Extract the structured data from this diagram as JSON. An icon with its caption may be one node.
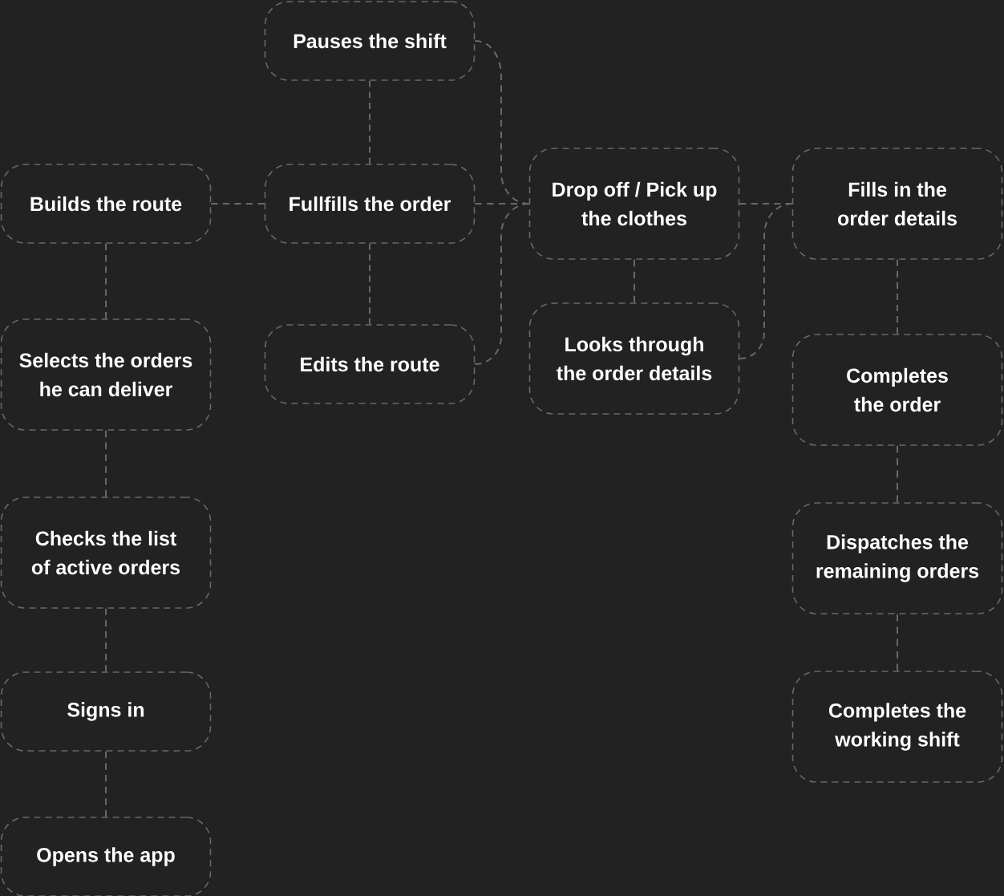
{
  "diagram": {
    "nodes": [
      {
        "text": [
          "Pauses the shift"
        ]
      },
      {
        "text": [
          "Builds the route"
        ]
      },
      {
        "text": [
          "Fullfills the order"
        ]
      },
      {
        "text": [
          "Drop off / Pick up the clothes"
        ]
      },
      {
        "text": [
          "Fills in the order details"
        ]
      },
      {
        "text": [
          "Selects the orders he can deliver"
        ]
      },
      {
        "text": [
          "Edits the route"
        ]
      },
      {
        "text": [
          "Looks through the order details"
        ]
      },
      {
        "text": [
          "Completes the order"
        ]
      },
      {
        "text": [
          "Checks the list of active orders"
        ]
      },
      {
        "text": [
          "Dispatches the remaining orders"
        ]
      },
      {
        "text": [
          "Signs in"
        ]
      },
      {
        "text": [
          "Completes the working shift"
        ]
      },
      {
        "text": [
          "Opens the app"
        ]
      }
    ],
    "edges": [
      {
        "from": 1,
        "to": 2,
        "arrow": "none"
      },
      {
        "from": 2,
        "to": 0,
        "arrow": "none"
      },
      {
        "from": 2,
        "to": 6,
        "arrow": "none"
      },
      {
        "from": 2,
        "to": 3,
        "arrow": "none"
      },
      {
        "from": 0,
        "to": 3,
        "arrow": "none"
      },
      {
        "from": 6,
        "to": 3,
        "arrow": "none"
      },
      {
        "from": 3,
        "to": 4,
        "arrow": "none"
      },
      {
        "from": 3,
        "to": 7,
        "arrow": "none"
      },
      {
        "from": 7,
        "to": 4,
        "arrow": "none"
      },
      {
        "from": 4,
        "to": 8,
        "arrow": "none"
      },
      {
        "from": 8,
        "to": 10,
        "arrow": "none"
      },
      {
        "from": 10,
        "to": 12,
        "arrow": "none"
      },
      {
        "from": 5,
        "to": 1,
        "arrow": "none"
      },
      {
        "from": 9,
        "to": 5,
        "arrow": "none"
      },
      {
        "from": 11,
        "to": 9,
        "arrow": "none"
      },
      {
        "from": 13,
        "to": 11,
        "arrow": "none"
      }
    ]
  }
}
